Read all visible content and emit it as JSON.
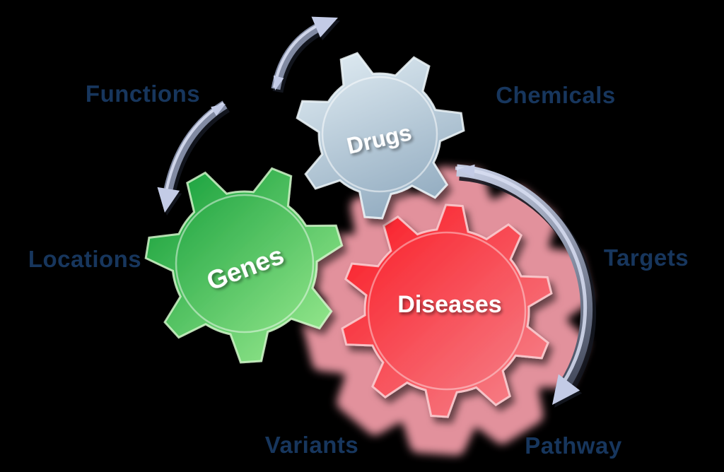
{
  "diagram": {
    "background_color": "#000000",
    "label_color": "#17365D",
    "labels": {
      "functions": "Functions",
      "chemicals": "Chemicals",
      "locations": "Locations",
      "targets": "Targets",
      "variants": "Variants",
      "pathway": "Pathway"
    },
    "gears": {
      "drugs": {
        "label": "Drugs",
        "color_light": "#D9E6EE",
        "color_dark": "#8FA9BE",
        "edge": "#ECF4F8",
        "text_color": "#FFFFFF"
      },
      "genes": {
        "label": "Genes",
        "color_light": "#9CEB91",
        "color_dark": "#17A03C",
        "edge": "#CFF5C8",
        "text_color": "#FFFFFF"
      },
      "diseases": {
        "label": "Diseases",
        "color_light": "#F5868E",
        "color_dark": "#FA1E28",
        "edge": "#FBD0D4",
        "text_color": "#FFFFFF",
        "halo_color": "#F49CA8"
      }
    },
    "arrows": {
      "body_color": "#818AA2",
      "highlight_color": "#D8DEF2",
      "shadow_color": "#141720",
      "head_color": "#C3CBE6"
    }
  }
}
